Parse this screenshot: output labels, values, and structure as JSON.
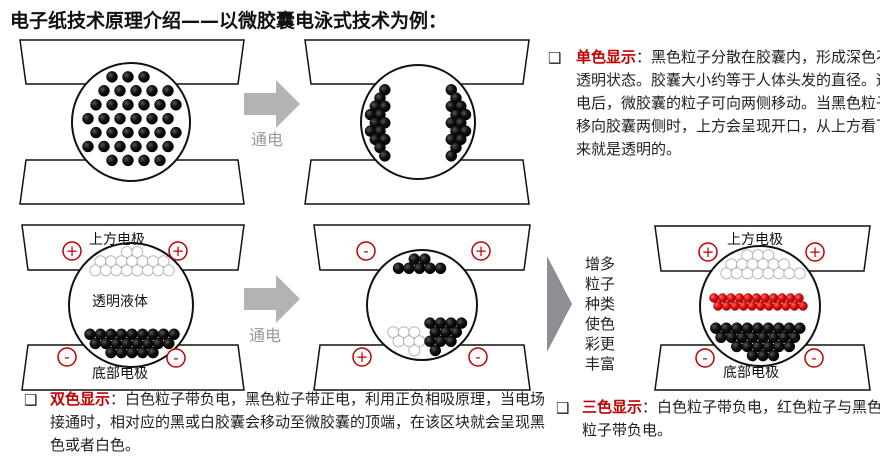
{
  "title": "电子纸技术原理介绍——以微胶囊电泳式技术为例：",
  "arrow_label": "通电",
  "labels": {
    "top_electrode": "上方电极",
    "bottom_electrode": "底部电极",
    "fluid": "透明液体",
    "increase_types": [
      "增多",
      "粒子",
      "种类",
      "使色",
      "彩更",
      "丰富"
    ]
  },
  "signs": {
    "plus": "+",
    "minus": "-"
  },
  "colors": {
    "positive": "#c00000",
    "red_particle": "#e01010",
    "black_particle": "#000000",
    "arrow": "#b3b3b3",
    "chevron": "#8c9096"
  },
  "bullets": [
    {
      "marker": "❑",
      "term": "单色显示",
      "text": "：黑色粒子分散在胶囊内，形成深色不透明状态。胶囊大小约等于人体头发的直径。通电后，微胶囊的粒子可向两侧移动。当黑色粒子移向胶囊两侧时，上方会呈现开口，从上方看下来就是透明的。"
    },
    {
      "marker": "❑",
      "term": "双色显示",
      "text": "：白色粒子带负电，黑色粒子带正电，利用正负相吸原理，当电场接通时，相对应的黑或白胶囊会移动至微胶囊的顶端，在该区块就会呈现黑色或者白色。"
    },
    {
      "marker": "❑",
      "term": "三色显示",
      "text": "：白色粒子带负电，红色粒子与黑色粒子带负电。"
    }
  ]
}
